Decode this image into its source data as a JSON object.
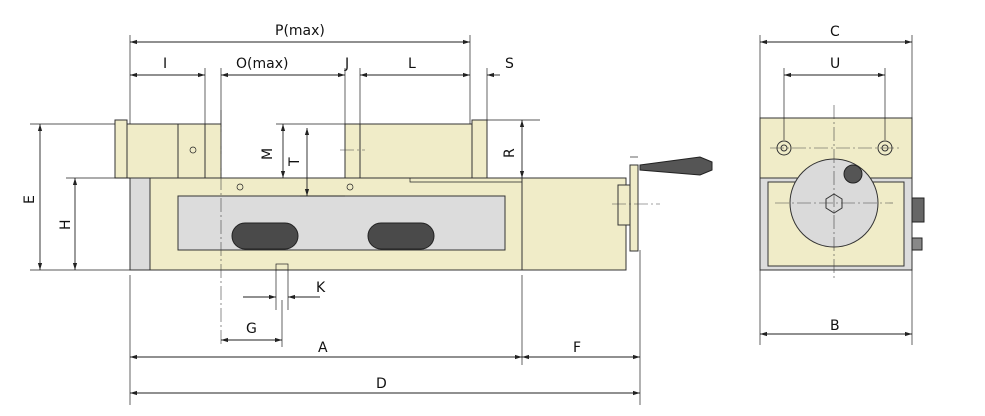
{
  "drawing": {
    "labels": {
      "P": "P(max)",
      "I": "I",
      "O": "O(max)",
      "J": "J",
      "L": "L",
      "S": "S",
      "M": "M",
      "T": "T",
      "R": "R",
      "E": "E",
      "H": "H",
      "K": "K",
      "G": "G",
      "A": "A",
      "F": "F",
      "D": "D",
      "C": "C",
      "U": "U",
      "B": "B"
    },
    "colors": {
      "body": "#f0ecc8",
      "body_dark": "#dcdcdc",
      "slot": "#4a4a4a",
      "line": "#222222"
    }
  }
}
